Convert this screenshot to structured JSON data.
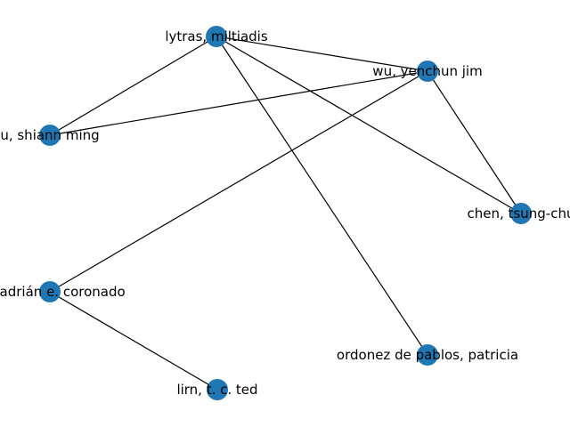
{
  "graph": {
    "node_color": "#1f77b4",
    "edge_color": "#000000",
    "background": "#ffffff",
    "nodes": [
      {
        "id": "lytras",
        "label": "lytras, miltiadis"
      },
      {
        "id": "wu",
        "label": "wu, yenchun jim"
      },
      {
        "id": "shiann",
        "label": "u, shiann ming"
      },
      {
        "id": "chen",
        "label": "chen, tsung-chu"
      },
      {
        "id": "adrian",
        "label": "on, adrián e. coronado"
      },
      {
        "id": "ordonez",
        "label": "ordonez de pablos, patricia"
      },
      {
        "id": "lirn",
        "label": "lirn, t. c. ted"
      }
    ],
    "edges": [
      [
        "lytras",
        "wu"
      ],
      [
        "lytras",
        "shiann"
      ],
      [
        "lytras",
        "chen"
      ],
      [
        "lytras",
        "ordonez"
      ],
      [
        "wu",
        "shiann"
      ],
      [
        "wu",
        "chen"
      ],
      [
        "wu",
        "adrian"
      ],
      [
        "adrian",
        "lirn"
      ]
    ]
  }
}
